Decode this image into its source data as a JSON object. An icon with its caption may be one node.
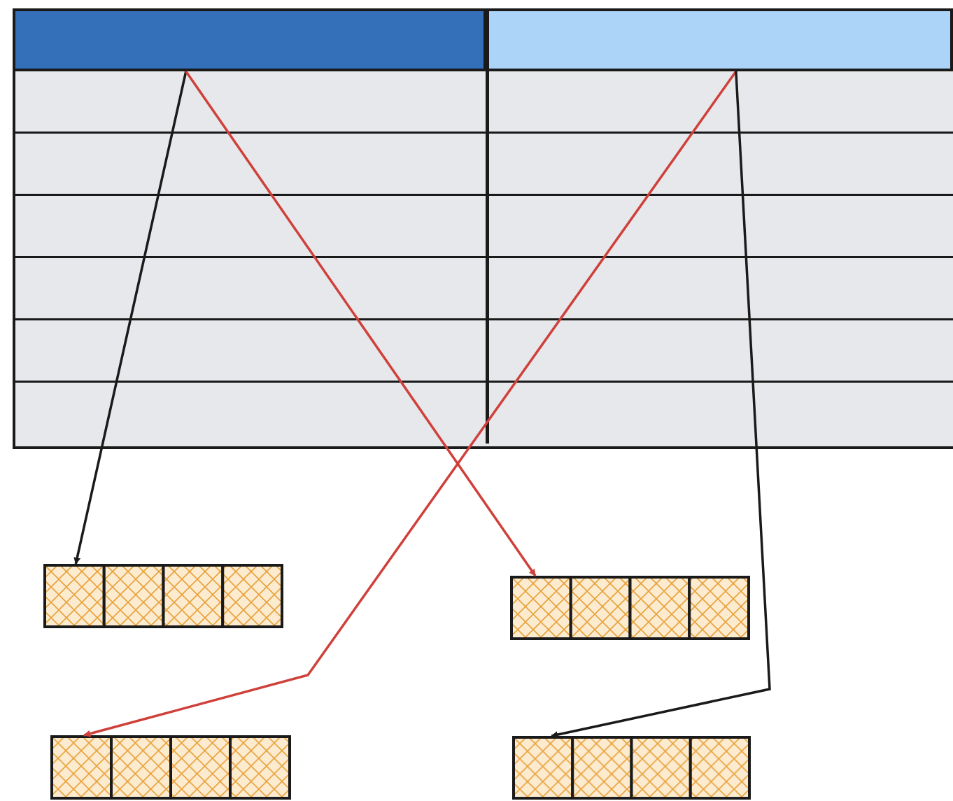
{
  "diagram": {
    "nodes": [
      {
        "text": [],
        "shape": "box"
      },
      {
        "text": [],
        "shape": "box"
      },
      {
        "text": [],
        "shape": "box"
      },
      {
        "text": [],
        "shape": "box"
      },
      {
        "text": [],
        "shape": "box"
      },
      {
        "text": [],
        "shape": "box"
      }
    ],
    "edges": [
      {
        "from": 0,
        "to": 2,
        "arrow": "to"
      },
      {
        "from": 0,
        "to": 3,
        "arrow": "to",
        "color": "#d0403a"
      },
      {
        "from": 1,
        "to": 4,
        "arrow": "to",
        "color": "#d0403a"
      },
      {
        "from": 1,
        "to": 5,
        "arrow": "to"
      }
    ]
  }
}
